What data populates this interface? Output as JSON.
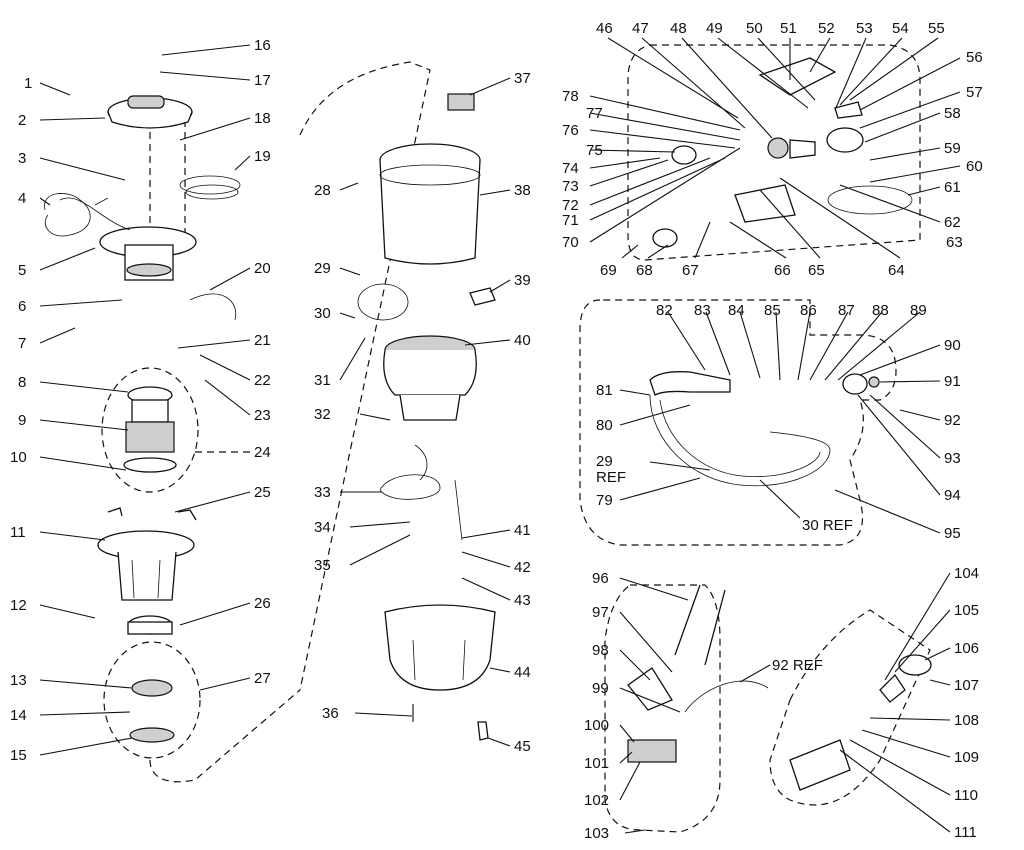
{
  "labels": [
    "1",
    "2",
    "3",
    "4",
    "5",
    "6",
    "7",
    "8",
    "9",
    "10",
    "11",
    "12",
    "13",
    "14",
    "15",
    "16",
    "17",
    "18",
    "19",
    "20",
    "21",
    "22",
    "23",
    "24",
    "25",
    "26",
    "27",
    "28",
    "29",
    "30",
    "31",
    "32",
    "33",
    "34",
    "35",
    "36",
    "37",
    "38",
    "39",
    "40",
    "41",
    "42",
    "43",
    "44",
    "45",
    "46",
    "47",
    "48",
    "49",
    "50",
    "51",
    "52",
    "53",
    "54",
    "55",
    "56",
    "57",
    "58",
    "59",
    "60",
    "61",
    "62",
    "63",
    "64",
    "65",
    "66",
    "67",
    "68",
    "69",
    "70",
    "71",
    "72",
    "73",
    "74",
    "75",
    "76",
    "77",
    "78",
    "79",
    "80",
    "81",
    "82",
    "83",
    "84",
    "85",
    "86",
    "87",
    "88",
    "89",
    "90",
    "91",
    "92",
    "93",
    "94",
    "95",
    "96",
    "97",
    "98",
    "99",
    "100",
    "101",
    "102",
    "103",
    "104",
    "105",
    "106",
    "107",
    "108",
    "109",
    "110",
    "111"
  ],
  "ref_labels": {
    "r29": "29",
    "r29ref": "REF",
    "r30": "30 REF",
    "r92": "92 REF"
  }
}
